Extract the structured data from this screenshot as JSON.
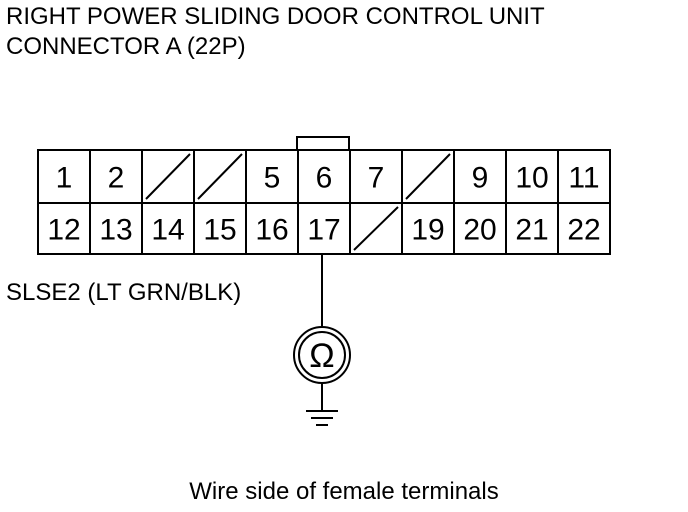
{
  "title": {
    "line1": "RIGHT POWER SLIDING DOOR CONTROL UNIT",
    "line2": "CONNECTOR A (22P)"
  },
  "connector": {
    "row1": [
      "1",
      "2",
      "",
      "",
      "5",
      "6",
      "7",
      "",
      "9",
      "10",
      "11"
    ],
    "row2": [
      "12",
      "13",
      "14",
      "15",
      "16",
      "17",
      "",
      "19",
      "20",
      "21",
      "22"
    ],
    "row1_unused": [
      2,
      3,
      7
    ],
    "row2_unused": [
      6
    ],
    "tested_terminal": "17"
  },
  "wire": {
    "label": "SLSE2 (LT GRN/BLK)"
  },
  "meter": {
    "symbol": "Ω",
    "icon": "ohmmeter-icon",
    "ground_icon": "ground-icon"
  },
  "caption": "Wire side of female terminals"
}
